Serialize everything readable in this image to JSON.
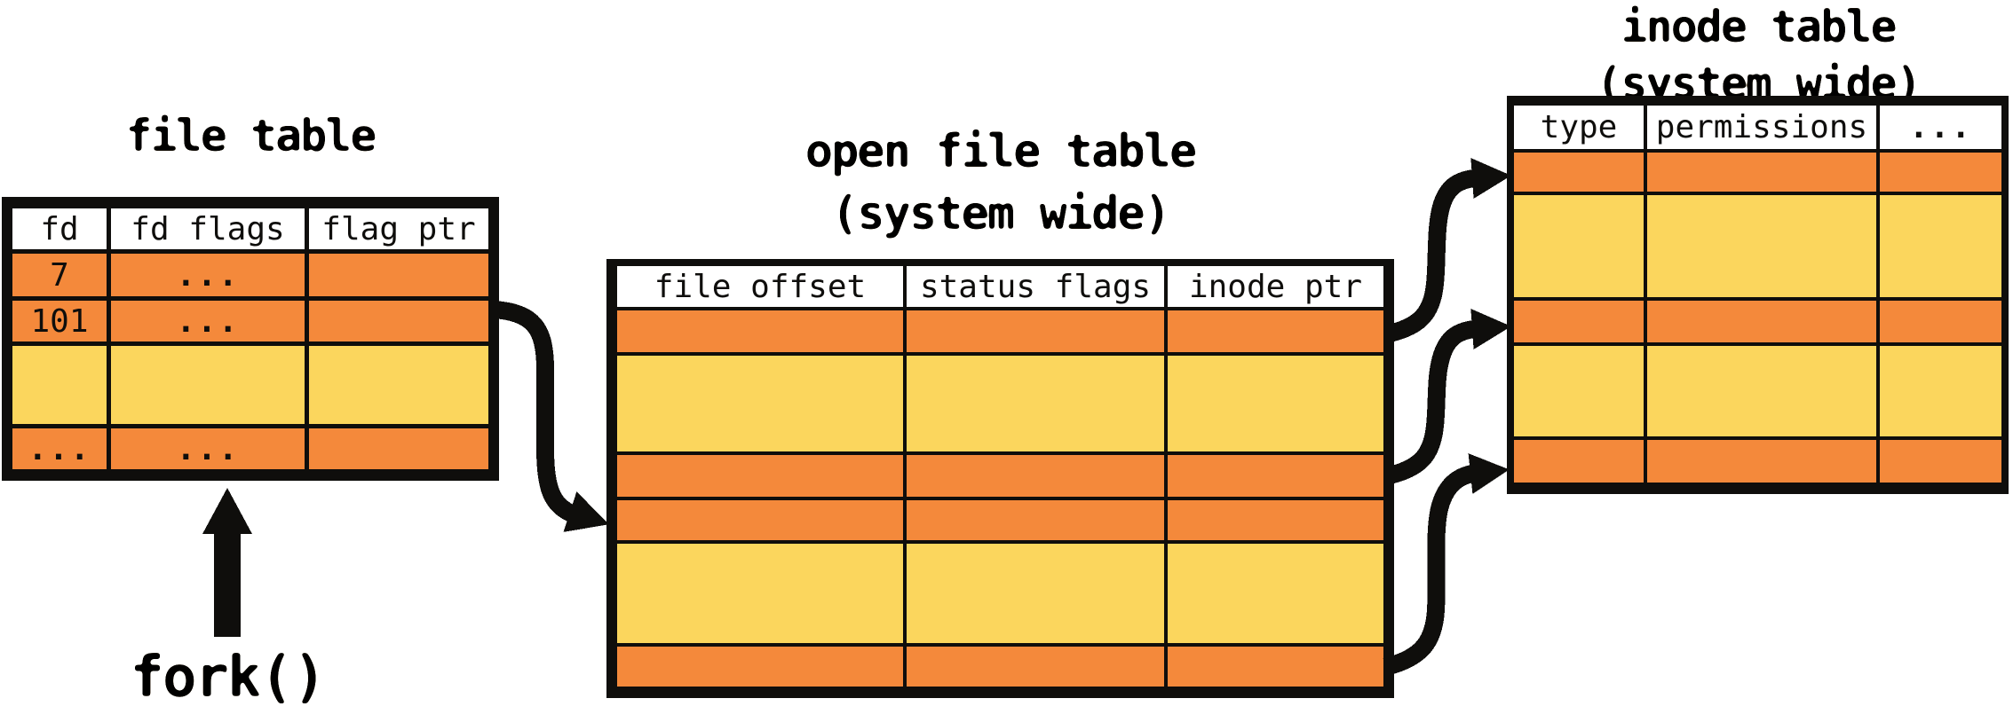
{
  "colors": {
    "row_orange": "#F4893B",
    "row_yellow": "#FBD65D",
    "line_black": "#0F0E0C",
    "header_white": "#FFFFFF"
  },
  "fd_table": {
    "title": "file table",
    "headers": [
      "fd",
      "fd flags",
      "flag ptr"
    ],
    "rows": [
      [
        "7",
        "...",
        ""
      ],
      [
        "101",
        "...",
        ""
      ],
      [
        "",
        "",
        ""
      ],
      [
        "...",
        "...",
        ""
      ]
    ],
    "row_colors": [
      "orange",
      "orange",
      "yellow",
      "orange"
    ]
  },
  "open_file_table": {
    "title_line1": "open file table",
    "title_line2": "(system wide)",
    "headers": [
      "file offset",
      "status flags",
      "inode ptr"
    ],
    "row_colors": [
      "orange",
      "yellow",
      "orange",
      "orange",
      "yellow",
      "orange"
    ]
  },
  "inode_table": {
    "title_line1": "inode table",
    "title_line2": "(system wide)",
    "headers": [
      "type",
      "permissions",
      "..."
    ],
    "row_colors": [
      "orange",
      "yellow",
      "orange",
      "yellow",
      "orange"
    ]
  },
  "fork_label": "fork()",
  "arrows": [
    {
      "name": "fork-up-arrow",
      "from": "fork() label",
      "to": "file table"
    },
    {
      "name": "fd-to-open-file-arrow",
      "from": "file table fd 7/101 flag ptr",
      "to": "open file table entry row 4"
    },
    {
      "name": "open-file-to-inode-arrow-1",
      "from": "open file table row 1 inode ptr",
      "to": "inode table row 1"
    },
    {
      "name": "open-file-to-inode-arrow-2",
      "from": "open file table row 3 inode ptr",
      "to": "inode table row 3"
    },
    {
      "name": "open-file-to-inode-arrow-3",
      "from": "open file table row 6 inode ptr",
      "to": "inode table row 5"
    }
  ]
}
